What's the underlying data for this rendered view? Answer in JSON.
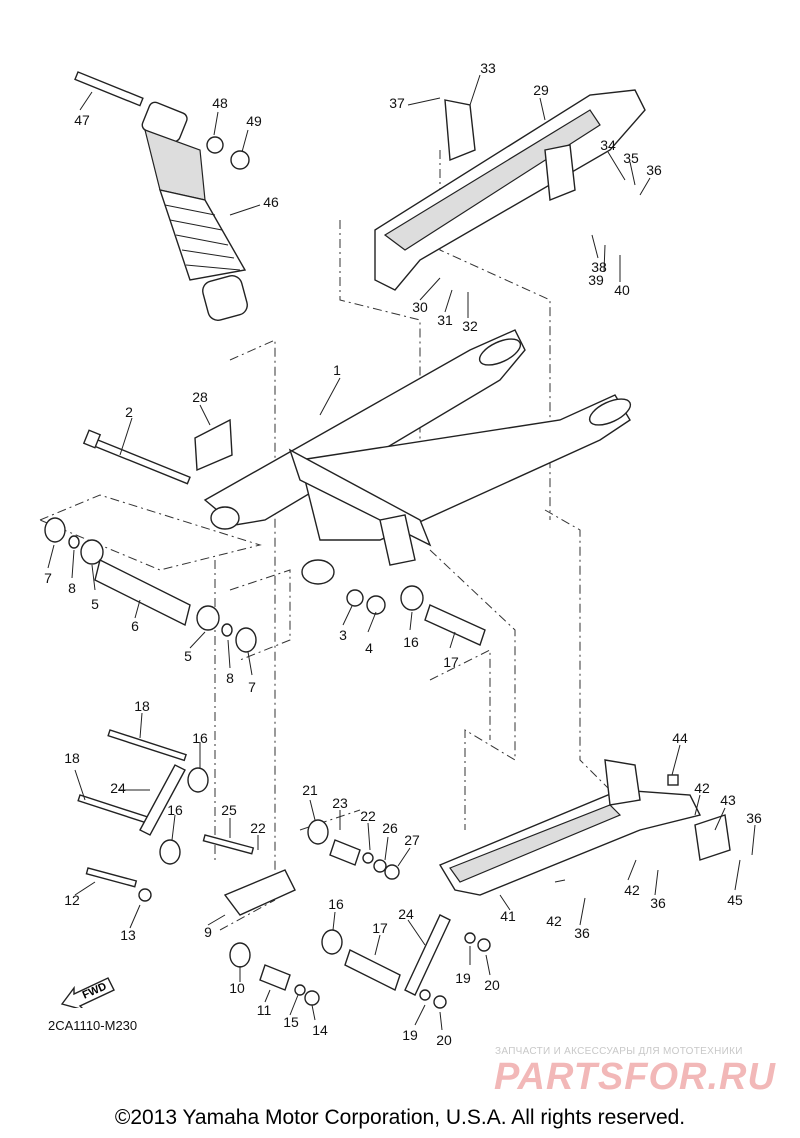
{
  "diagram": {
    "part_numbers": [
      "1",
      "2",
      "3",
      "4",
      "5",
      "5",
      "6",
      "7",
      "7",
      "8",
      "8",
      "9",
      "10",
      "11",
      "12",
      "13",
      "14",
      "15",
      "16",
      "16",
      "16",
      "16",
      "16",
      "17",
      "17",
      "18",
      "18",
      "19",
      "19",
      "20",
      "20",
      "21",
      "22",
      "22",
      "23",
      "24",
      "24",
      "25",
      "26",
      "27",
      "28",
      "29",
      "30",
      "31",
      "32",
      "33",
      "34",
      "35",
      "36",
      "36",
      "36",
      "36",
      "37",
      "38",
      "39",
      "40",
      "41",
      "42",
      "42",
      "42",
      "43",
      "44",
      "45",
      "46",
      "47",
      "48",
      "49"
    ],
    "drawing_code": "2CA1110-M230",
    "fwd_label": "FWD"
  },
  "watermark": {
    "tagline": "ЗАПЧАСТИ И АКСЕССУАРЫ ДЛЯ МОТОТЕХНИКИ",
    "brand": "PARTSFOR.RU"
  },
  "footer": {
    "copyright": "©2013 Yamaha Motor Corporation, U.S.A. All rights reserved."
  }
}
